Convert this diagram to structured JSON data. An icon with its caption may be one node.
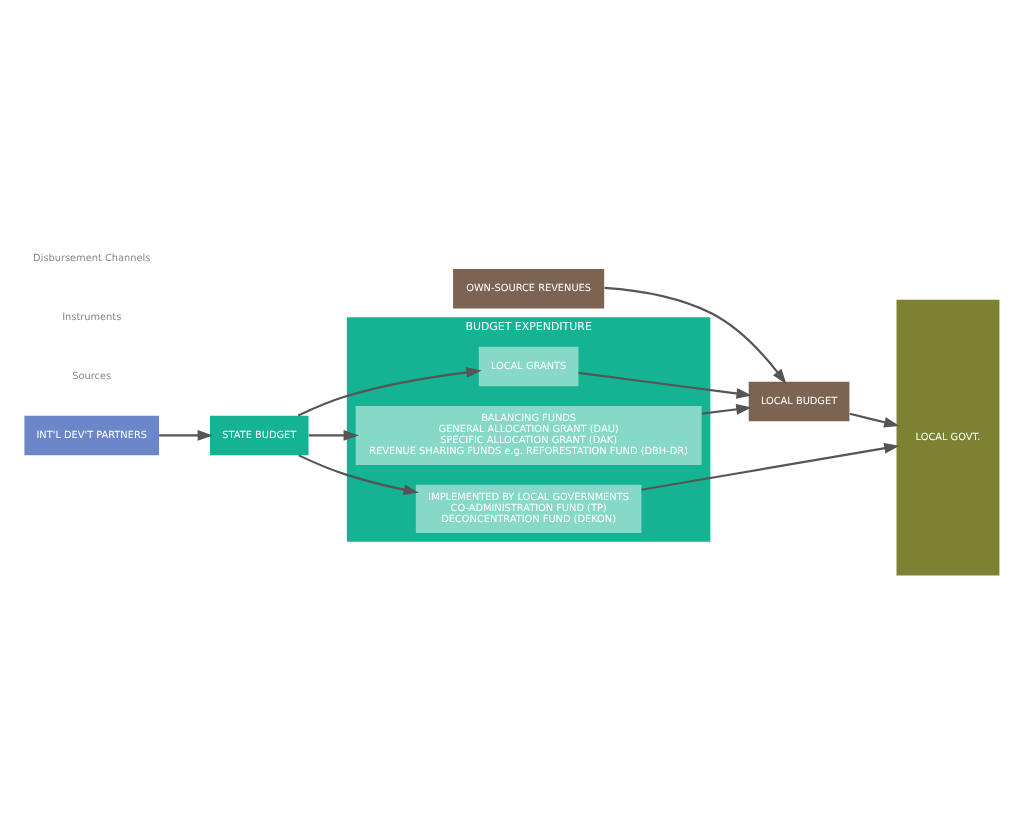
{
  "diagram": {
    "nodes": [
      {
        "text": [
          "STATE BUDGET"
        ]
      },
      {
        "text": [
          "INT'L DEV'T PARTNERS"
        ]
      },
      {
        "text": [
          "BUDGET EXPENDITURE"
        ]
      },
      {
        "text": [
          "IMPLEMENTED BY LOCAL GOVERNMENTS",
          "CO-ADMINISTRATION FUND (TP)",
          "DECONCENTRATION FUND (DEKON)"
        ],
        "in": 2
      },
      {
        "text": [
          "BALANCING FUNDS",
          "GENERAL ALLOCATION GRANT (DAU)",
          "SPECIFIC ALLOCATION GRANT (DAK)",
          "REVENUE SHARING FUNDS e.g. REFORESTATION FUND (DBH-DR)"
        ],
        "in": 2
      },
      {
        "text": [
          "LOCAL GRANTS"
        ],
        "in": 2
      },
      {
        "text": [
          "LOCAL GOVT."
        ]
      },
      {
        "text": [
          "LOCAL BUDGET"
        ]
      },
      {
        "text": [
          "OWN-SOURCE REVENUES"
        ]
      }
    ],
    "edges": [
      {
        "from": 1,
        "to": 0,
        "arrow": "to"
      },
      {
        "from": 0,
        "to": 3,
        "arrow": "to"
      },
      {
        "from": 0,
        "to": 4,
        "arrow": "to"
      },
      {
        "from": 0,
        "to": 5,
        "arrow": "to"
      },
      {
        "from": 3,
        "to": 6,
        "arrow": "to"
      },
      {
        "from": 4,
        "to": 7,
        "arrow": "to"
      },
      {
        "from": 5,
        "to": 7,
        "arrow": "to"
      },
      {
        "from": 7,
        "to": 6,
        "arrow": "to"
      },
      {
        "from": 8,
        "to": 7,
        "arrow": "to"
      }
    ],
    "labels": [
      "Sources",
      "Instruments",
      "Disbursement Channels"
    ]
  }
}
